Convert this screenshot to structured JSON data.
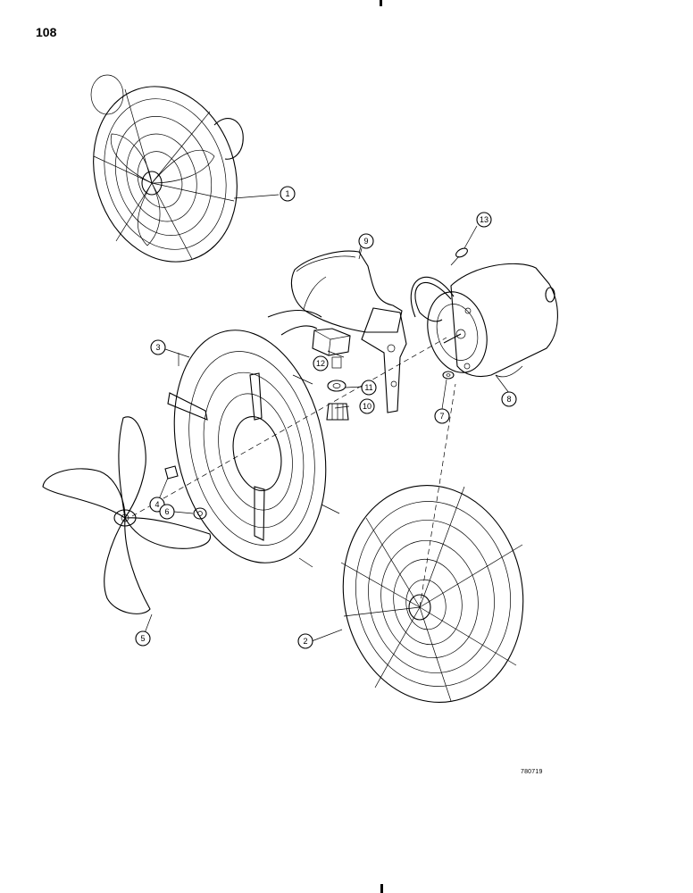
{
  "page": {
    "number": "108",
    "drawing_code": "780719"
  },
  "callouts": [
    {
      "label": "1"
    },
    {
      "label": "2"
    },
    {
      "label": "3"
    },
    {
      "label": "4"
    },
    {
      "label": "5"
    },
    {
      "label": "6"
    },
    {
      "label": "7"
    },
    {
      "label": "8"
    },
    {
      "label": "9"
    },
    {
      "label": "10"
    },
    {
      "label": "11"
    },
    {
      "label": "12"
    },
    {
      "label": "13"
    }
  ]
}
